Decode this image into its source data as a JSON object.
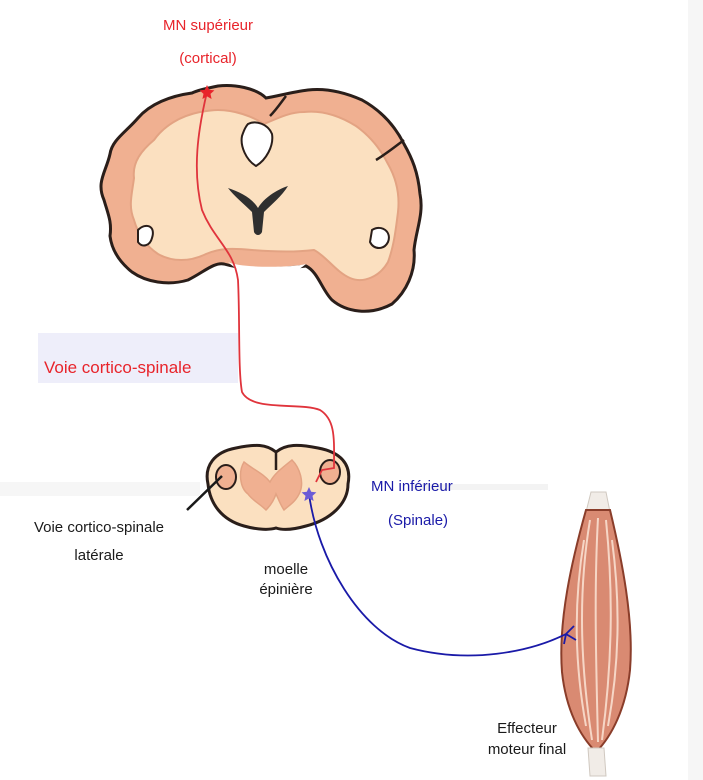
{
  "labels": {
    "upper_mn_title": "MN supérieur",
    "upper_mn_sub": "(cortical)",
    "pathway": "Voie cortico-spinale",
    "lower_mn_title": "MN inférieur",
    "lower_mn_sub": "(Spinale)",
    "lateral_pathway_line1": "Voie cortico-spinale",
    "lateral_pathway_line2": "latérale",
    "spinal_cord_line1": "moelle",
    "spinal_cord_line2": "épinière",
    "effector_line1": "Effecteur",
    "effector_line2": "moteur final"
  },
  "colors": {
    "upper_pathway": "#e8242b",
    "lower_pathway": "#1a1aa8",
    "brain_white_matter": "#fbe0c0",
    "brain_gray_matter": "#f0b091",
    "muscle": "#d98a72"
  }
}
